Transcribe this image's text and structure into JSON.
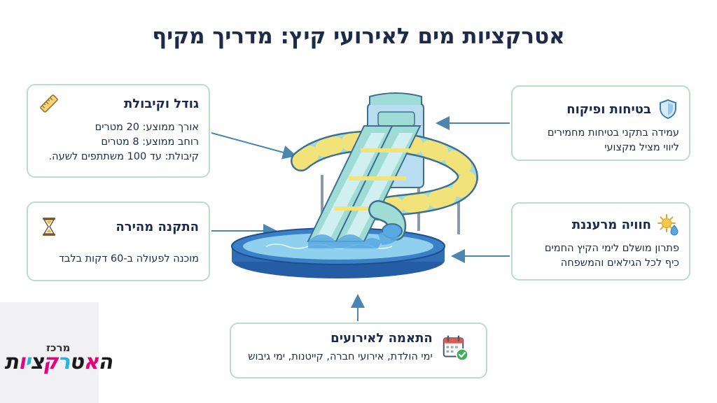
{
  "title": "אטרקציות מים לאירועי קיץ: מדריך מקיף",
  "cards": {
    "size": {
      "title": "גודל וקיבולת",
      "icon": "ruler-icon",
      "lines": [
        "אורך ממוצע: 20 מטרים",
        "רוחב ממוצע: 8 מטרים",
        "קיבולת: עד 100 משתתפים לשעה."
      ]
    },
    "setup": {
      "title": "התקנה מהירה",
      "icon": "hourglass-icon",
      "lines": [
        "מוכנה לפעולה ב-60 דקות בלבד"
      ]
    },
    "safety": {
      "title": "בטיחות ופיקוח",
      "icon": "shield-icon",
      "lines": [
        "עמידה בתקני בטיחות מחמירים",
        "ליווי מציל מקצועי"
      ]
    },
    "experience": {
      "title": "חוויה מרעננת",
      "icon": "sun-drop-icon",
      "lines": [
        "פתרון מושלם לימי הקיץ החמים",
        "כיף לכל הגילאים והמשפחה"
      ]
    },
    "events": {
      "title": "התאמה לאירועים",
      "icon": "calendar-check-icon",
      "lines": [
        "ימי הולדת, אירועי חברה, קייטנות, ימי גיבוש"
      ]
    }
  },
  "logo": {
    "small": "מרכז",
    "main_letters": [
      "ה",
      "א",
      "ט",
      "ר",
      "ק",
      "צ",
      "י",
      "ו",
      "ת"
    ]
  },
  "colors": {
    "title": "#1e2a4a",
    "card_border": "#b9dccb",
    "arrow": "#4a86b0",
    "pool": "#2f6db4",
    "slide": "#9fdcd6",
    "slide_stripe": "#f2e27a"
  }
}
